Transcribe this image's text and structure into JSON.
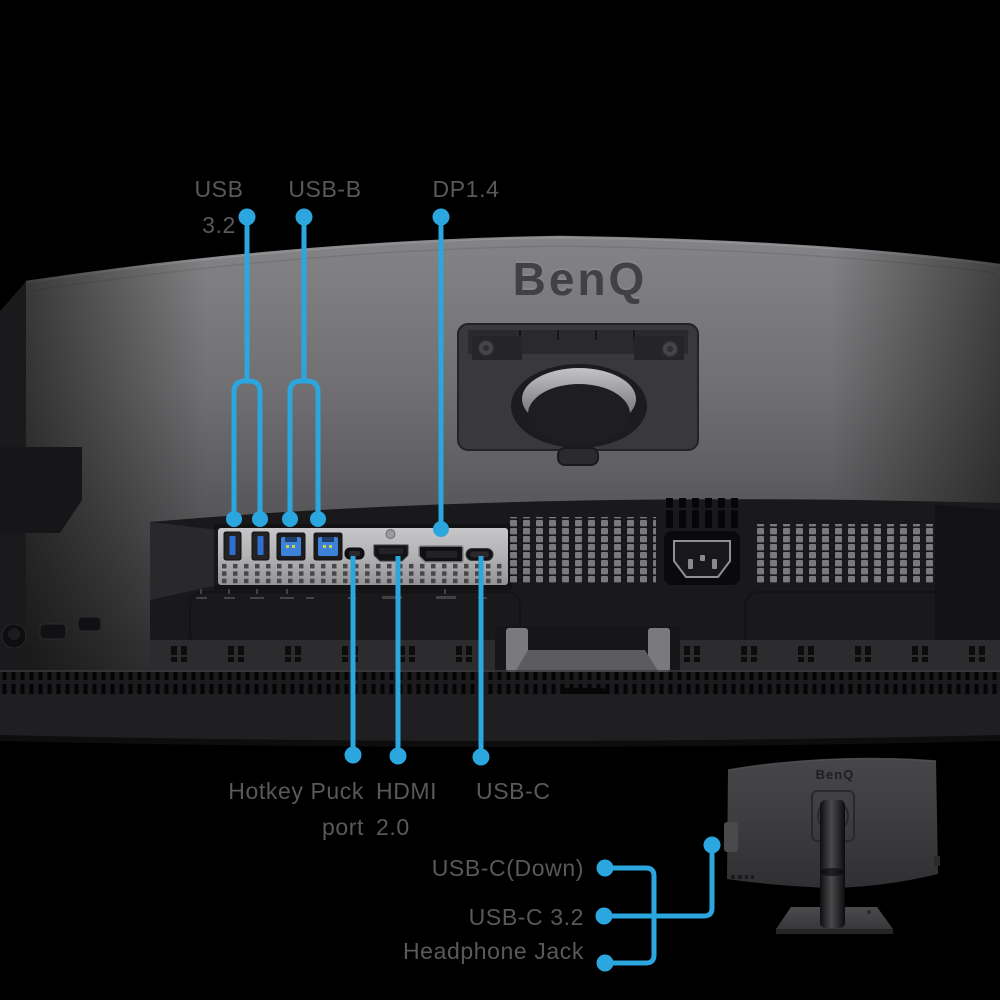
{
  "colors": {
    "background": "#000000",
    "accent_blue": "#2BA6DF",
    "label_gray": "#58595B"
  },
  "brand": {
    "logo_text": "BenQ"
  },
  "labels": {
    "usb32": "USB 3.2",
    "usb_b": "USB-B",
    "dp14": "DP1.4",
    "hotkey_puck_port": "Hotkey Puck port",
    "hdmi_20": "HDMI 2.0",
    "usb_c": "USB-C",
    "usb_c_down": "USB-C(Down)",
    "usb_c_32": "USB-C 3.2",
    "headphone_jack": "Headphone Jack"
  }
}
